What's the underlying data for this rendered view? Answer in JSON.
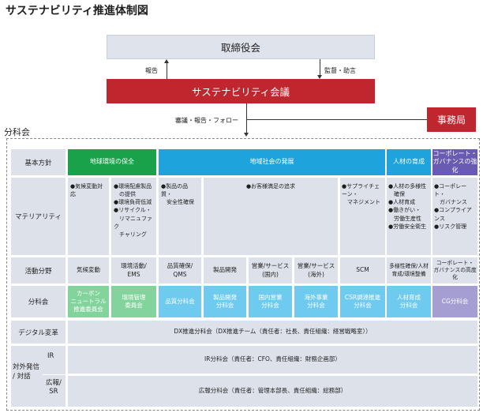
{
  "title": "サステナビリティ推進体制図",
  "board": "取締役会",
  "council": "サステナビリティ会議",
  "secretariat": "事務局",
  "arrows": {
    "report": "報告",
    "supervise": "監督・助言",
    "deliberate": "審議・報告・フォロー"
  },
  "section_label": "分科会",
  "rows": {
    "policy": "基本方針",
    "materiality": "マテリアリティ",
    "activity": "活動分野",
    "subcommittee": "分科会",
    "dx": "デジタル変革",
    "ext": "対外発信\n/ 対話",
    "ir": "IR",
    "pr": "広報/\nSR"
  },
  "policies": [
    {
      "label": "地球環境の保全",
      "color": "#1aa24a"
    },
    {
      "label": "地域社会の発展",
      "color": "#1fa3dd"
    },
    {
      "label": "人材の育成",
      "color": "#1fa3dd"
    },
    {
      "label": "コーポレート・\nガバナンスの強化",
      "color": "#6a5bb2"
    }
  ],
  "materiality": [
    "●気候変動対応",
    "●環境配慮製品\n　の提供\n●環境負荷低減\n●リサイクル・\n　リマニュファク\n　チャリング",
    "●製品の品質・\n　安全性確保",
    "●お客様満足の追求",
    "●サプライチェーン・\n　マネジメント",
    "●人材の多様性\n　確保\n●人材育成\n●働きがい・\n　労働生産性\n●労働安全衛生",
    "●コーポレート・\n　ガバナンス\n●コンプライアンス\n●リスク管理"
  ],
  "activities": [
    "気候変動",
    "環境活動/\nEMS",
    "品質確保/\nQMS",
    "製品開発",
    "営業/サービス\n(国内)",
    "営業/サービス\n(海外)",
    "SCM",
    "多様性確保/人材\n育成/環境整備",
    "コーポレート・\nガバナンスの高度化"
  ],
  "subcommittees": [
    {
      "label": "カーボン\nニュートラル\n推進委員会",
      "color": "#83d39c"
    },
    {
      "label": "環境管理\n委員会",
      "color": "#83d39c"
    },
    {
      "label": "品質分科会",
      "color": "#6fcaef"
    },
    {
      "label": "製品開発\n分科会",
      "color": "#6fcaef"
    },
    {
      "label": "国内営業\n分科会",
      "color": "#6fcaef"
    },
    {
      "label": "海外事業\n分科会",
      "color": "#6fcaef"
    },
    {
      "label": "CSR調達推進\n分科会",
      "color": "#6fcaef"
    },
    {
      "label": "人材育成\n分科会",
      "color": "#6fcaef"
    },
    {
      "label": "CG分科会",
      "color": "#a59ed2"
    }
  ],
  "dx_text": "DX推進分科会（DX推進チーム（責任者：社長、責任組織：経営戦略室））",
  "ir_text": "IR分科会（責任者：CFO、責任組織：財務企画部）",
  "pr_text": "広報分科会（責任者：管理本部長、責任組織：総務部）"
}
